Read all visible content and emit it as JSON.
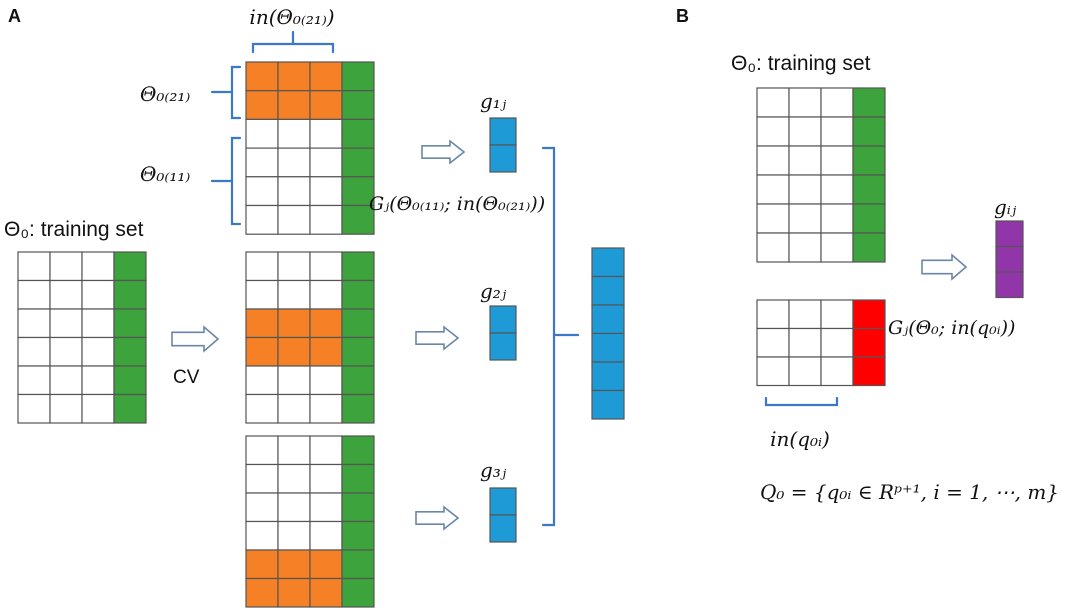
{
  "panels": {
    "a": "A",
    "b": "B"
  },
  "colors": {
    "label_col": "#3DA33C",
    "held_out": "#F58025",
    "prediction": "#1E9BD7",
    "test_label": "#FF0000",
    "final_pred": "#9235A9",
    "bracket": "#3C78C8",
    "arrow": "#6A86A8",
    "grid": "#555555"
  },
  "labels": {
    "in_theta_021": "in(Θ₀₍₂₁₎)",
    "theta_021": "Θ₀₍₂₁₎",
    "theta_011": "Θ₀₍₁₁₎",
    "training_set_a": "Θ₀: training set",
    "cv": "CV",
    "g1j": "g₁ⱼ",
    "g2j": "g₂ⱼ",
    "g3j": "g₃ⱼ",
    "gj_formula_a": "Gⱼ(Θ₀₍₁₁₎; in(Θ₀₍₂₁₎))",
    "training_set_b": "Θ₀: training set",
    "gij": "gᵢⱼ",
    "gj_formula_b": "Gⱼ(Θ₀; in(q₀ᵢ))",
    "in_q0i": "in(q₀ᵢ)",
    "q0_def": "Q₀ = {q₀ᵢ ∈ Rᵖ⁺¹, i = 1, ⋯, m}"
  }
}
